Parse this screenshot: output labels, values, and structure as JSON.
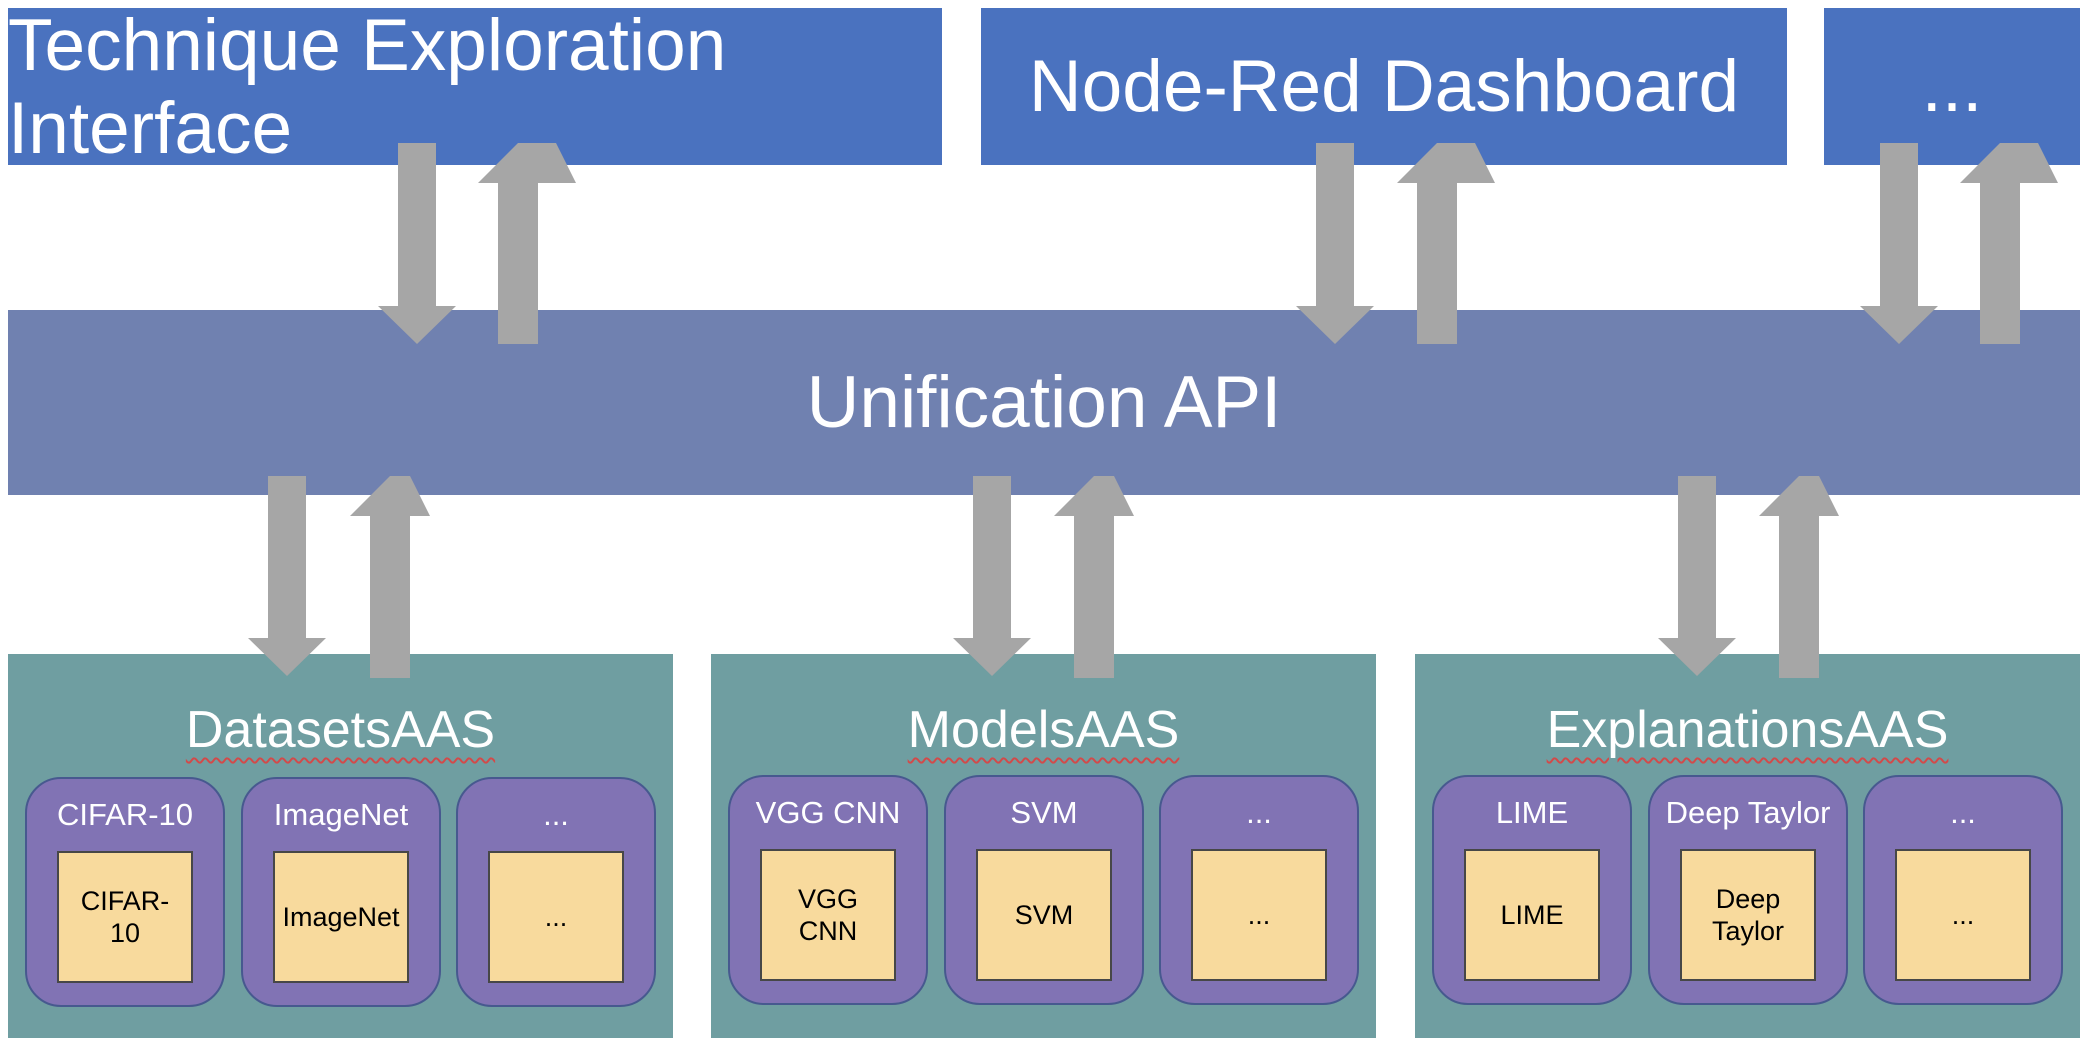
{
  "top_boxes": [
    {
      "label": "Technique Exploration Interface"
    },
    {
      "label": "Node-Red Dashboard"
    },
    {
      "label": "..."
    }
  ],
  "api": {
    "label": "Unification API"
  },
  "aas_groups": [
    {
      "title": "DatasetsAAS",
      "items": [
        {
          "label": "CIFAR-10",
          "inner": "CIFAR-10"
        },
        {
          "label": "ImageNet",
          "inner": "ImageNet"
        },
        {
          "label": "...",
          "inner": "..."
        }
      ]
    },
    {
      "title": "ModelsAAS",
      "items": [
        {
          "label": "VGG CNN",
          "inner": "VGG CNN"
        },
        {
          "label": "SVM",
          "inner": "SVM"
        },
        {
          "label": "...",
          "inner": "..."
        }
      ]
    },
    {
      "title": "ExplanationsAAS",
      "items": [
        {
          "label": "LIME",
          "inner": "LIME"
        },
        {
          "label": "Deep Taylor",
          "inner": "Deep Taylor"
        },
        {
          "label": "...",
          "inner": "..."
        }
      ]
    }
  ],
  "colors": {
    "top_box": "#4a72bf",
    "api_bar": "#7081b0",
    "aas_box": "#6f9ea1",
    "item_box": "#8173b4",
    "item_inner": "#f8da9d",
    "arrow": "#a6a6a6"
  }
}
